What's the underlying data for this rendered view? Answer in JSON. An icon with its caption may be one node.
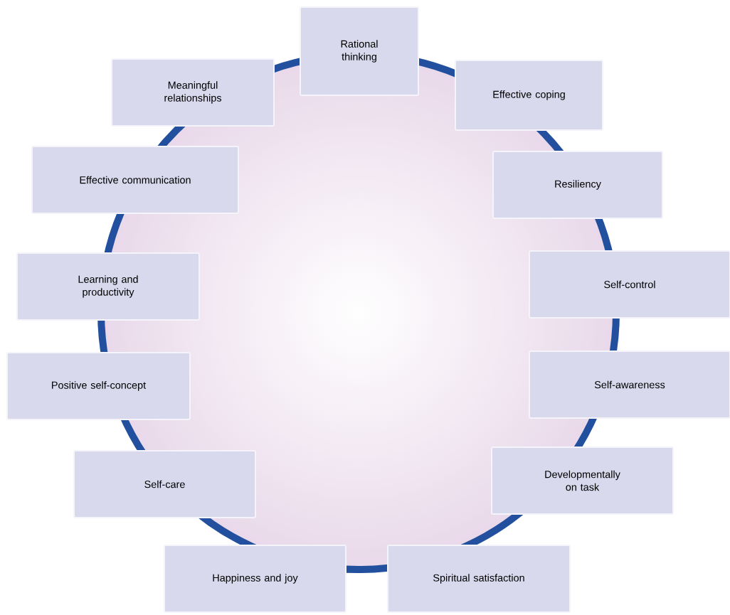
{
  "diagram": {
    "nodes": [
      {
        "text": [
          "Rational thinking"
        ]
      },
      {
        "text": [
          "Effective coping"
        ]
      },
      {
        "text": [
          "Resiliency"
        ]
      },
      {
        "text": [
          "Self-control"
        ]
      },
      {
        "text": [
          "Self-awareness"
        ]
      },
      {
        "text": [
          "Developmentally on task"
        ]
      },
      {
        "text": [
          "Spiritual satisfaction"
        ]
      },
      {
        "text": [
          "Happiness and joy"
        ]
      },
      {
        "text": [
          "Self-care"
        ]
      },
      {
        "text": [
          "Positive self-concept"
        ]
      },
      {
        "text": [
          "Learning and productivity"
        ]
      },
      {
        "text": [
          "Effective communication"
        ]
      },
      {
        "text": [
          "Meaningful relationships"
        ]
      }
    ]
  }
}
